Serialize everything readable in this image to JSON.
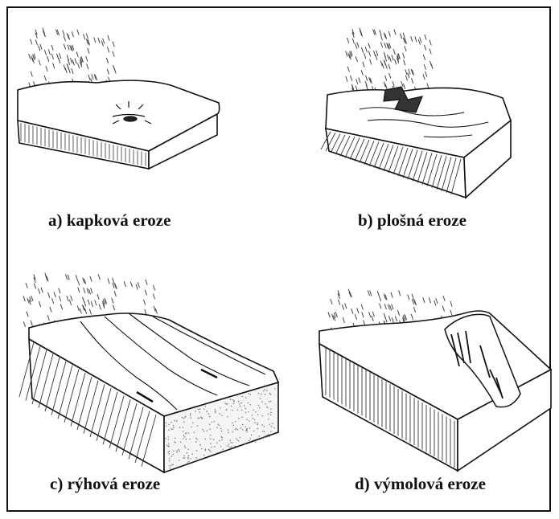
{
  "panels": [
    {
      "caption": "a) kapková eroze"
    },
    {
      "caption": "b) plošná eroze"
    },
    {
      "caption": "c) rýhová eroze"
    },
    {
      "caption": "d) výmolová eroze"
    }
  ]
}
